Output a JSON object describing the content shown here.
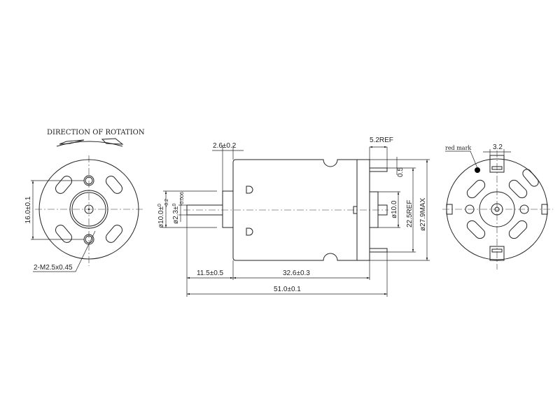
{
  "title": "DIRECTION OF ROTATION",
  "front_view": {
    "hole_spacing": "16.0±0.1",
    "thread_callout": "2-M2.5x0.45"
  },
  "side_view": {
    "flange_thickness": "2.6±0.2",
    "rear_cap_length": "5.2REF",
    "terminal_offset": "0.5",
    "boss_diameter": "ø10.0±",
    "boss_tolerance_upper": "0",
    "boss_tolerance_lower": "-0.2",
    "shaft_diameter": "ø2.3±",
    "shaft_tolerance_upper": "0",
    "shaft_tolerance_lower": "-0.006",
    "rear_boss_diameter": "ø10.0",
    "terminal_span": "22.5REF",
    "body_diameter": "ø27.9MAX",
    "shaft_length": "11.5±0.5",
    "body_length": "32.6±0.3",
    "overall_length": "51.0±0.1"
  },
  "rear_view": {
    "red_mark_label": "red mark",
    "terminal_width": "3.2",
    "red_mark_color": "#000000"
  }
}
